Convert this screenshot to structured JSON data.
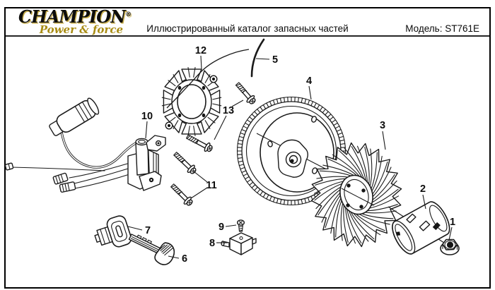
{
  "header": {
    "brand": "CHAMPION",
    "reg": "®",
    "sub": "Power & force",
    "title": "Иллюстрированный каталог запасных частей",
    "model": "Модель: ST761E"
  },
  "colors": {
    "ink": "#1a1a1a",
    "brand_gold": "#a88c14",
    "paper": "#ffffff"
  },
  "diagram": {
    "description": "exploded-view-parts-diagram",
    "callouts": [
      {
        "num": "1"
      },
      {
        "num": "2"
      },
      {
        "num": "3"
      },
      {
        "num": "4"
      },
      {
        "num": "5"
      },
      {
        "num": "6"
      },
      {
        "num": "7"
      },
      {
        "num": "8"
      },
      {
        "num": "9"
      },
      {
        "num": "10"
      },
      {
        "num": "11"
      },
      {
        "num": "12"
      },
      {
        "num": "13"
      }
    ]
  }
}
